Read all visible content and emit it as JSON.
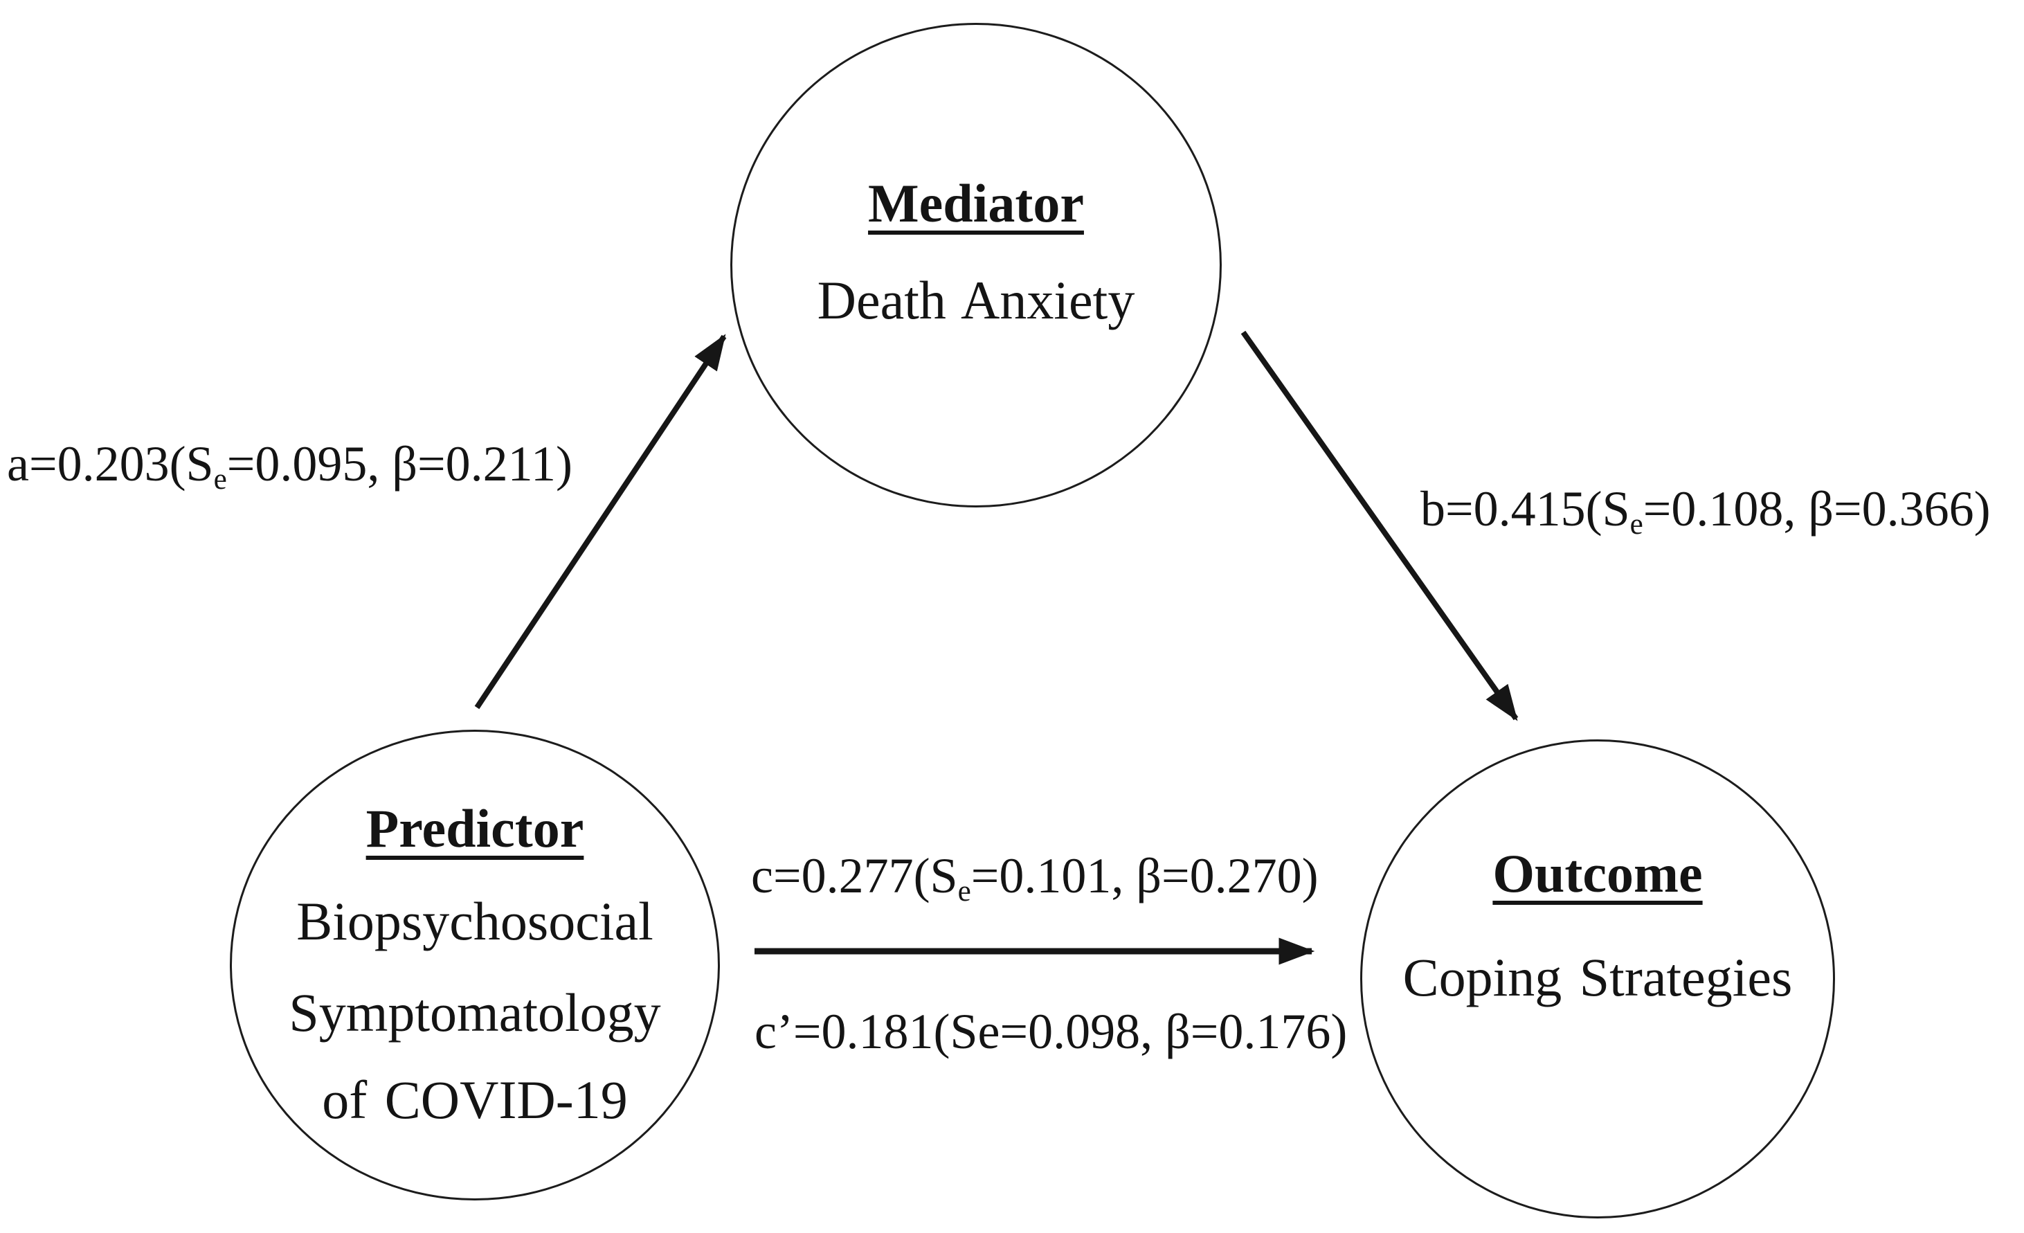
{
  "figure": {
    "background_color": "#ffffff",
    "ink_color": "#161616",
    "type": "mediation-path-diagram"
  },
  "nodes": {
    "mediator": {
      "role": "Mediator",
      "label": "Death Anxiety"
    },
    "predictor": {
      "role": "Predictor",
      "label_lines": [
        "Biopsychosocial",
        "Symptomatology",
        "of COVID-19"
      ]
    },
    "outcome": {
      "role": "Outcome",
      "label": "Coping Strategies"
    }
  },
  "paths": {
    "a": {
      "pre": "a=0.203(S",
      "sub": "e",
      "post": "=0.095, β=0.211)"
    },
    "b": {
      "pre": "b=0.415(S",
      "sub": "e",
      "post": "=0.108, β=0.366)"
    },
    "c": {
      "pre": "c=0.277(S",
      "sub": "e",
      "post": "=0.101, β=0.270)"
    },
    "c_prime": {
      "pre": "c’=0.181(Se=0.098, β=0.176)",
      "sub": "",
      "post": ""
    }
  }
}
